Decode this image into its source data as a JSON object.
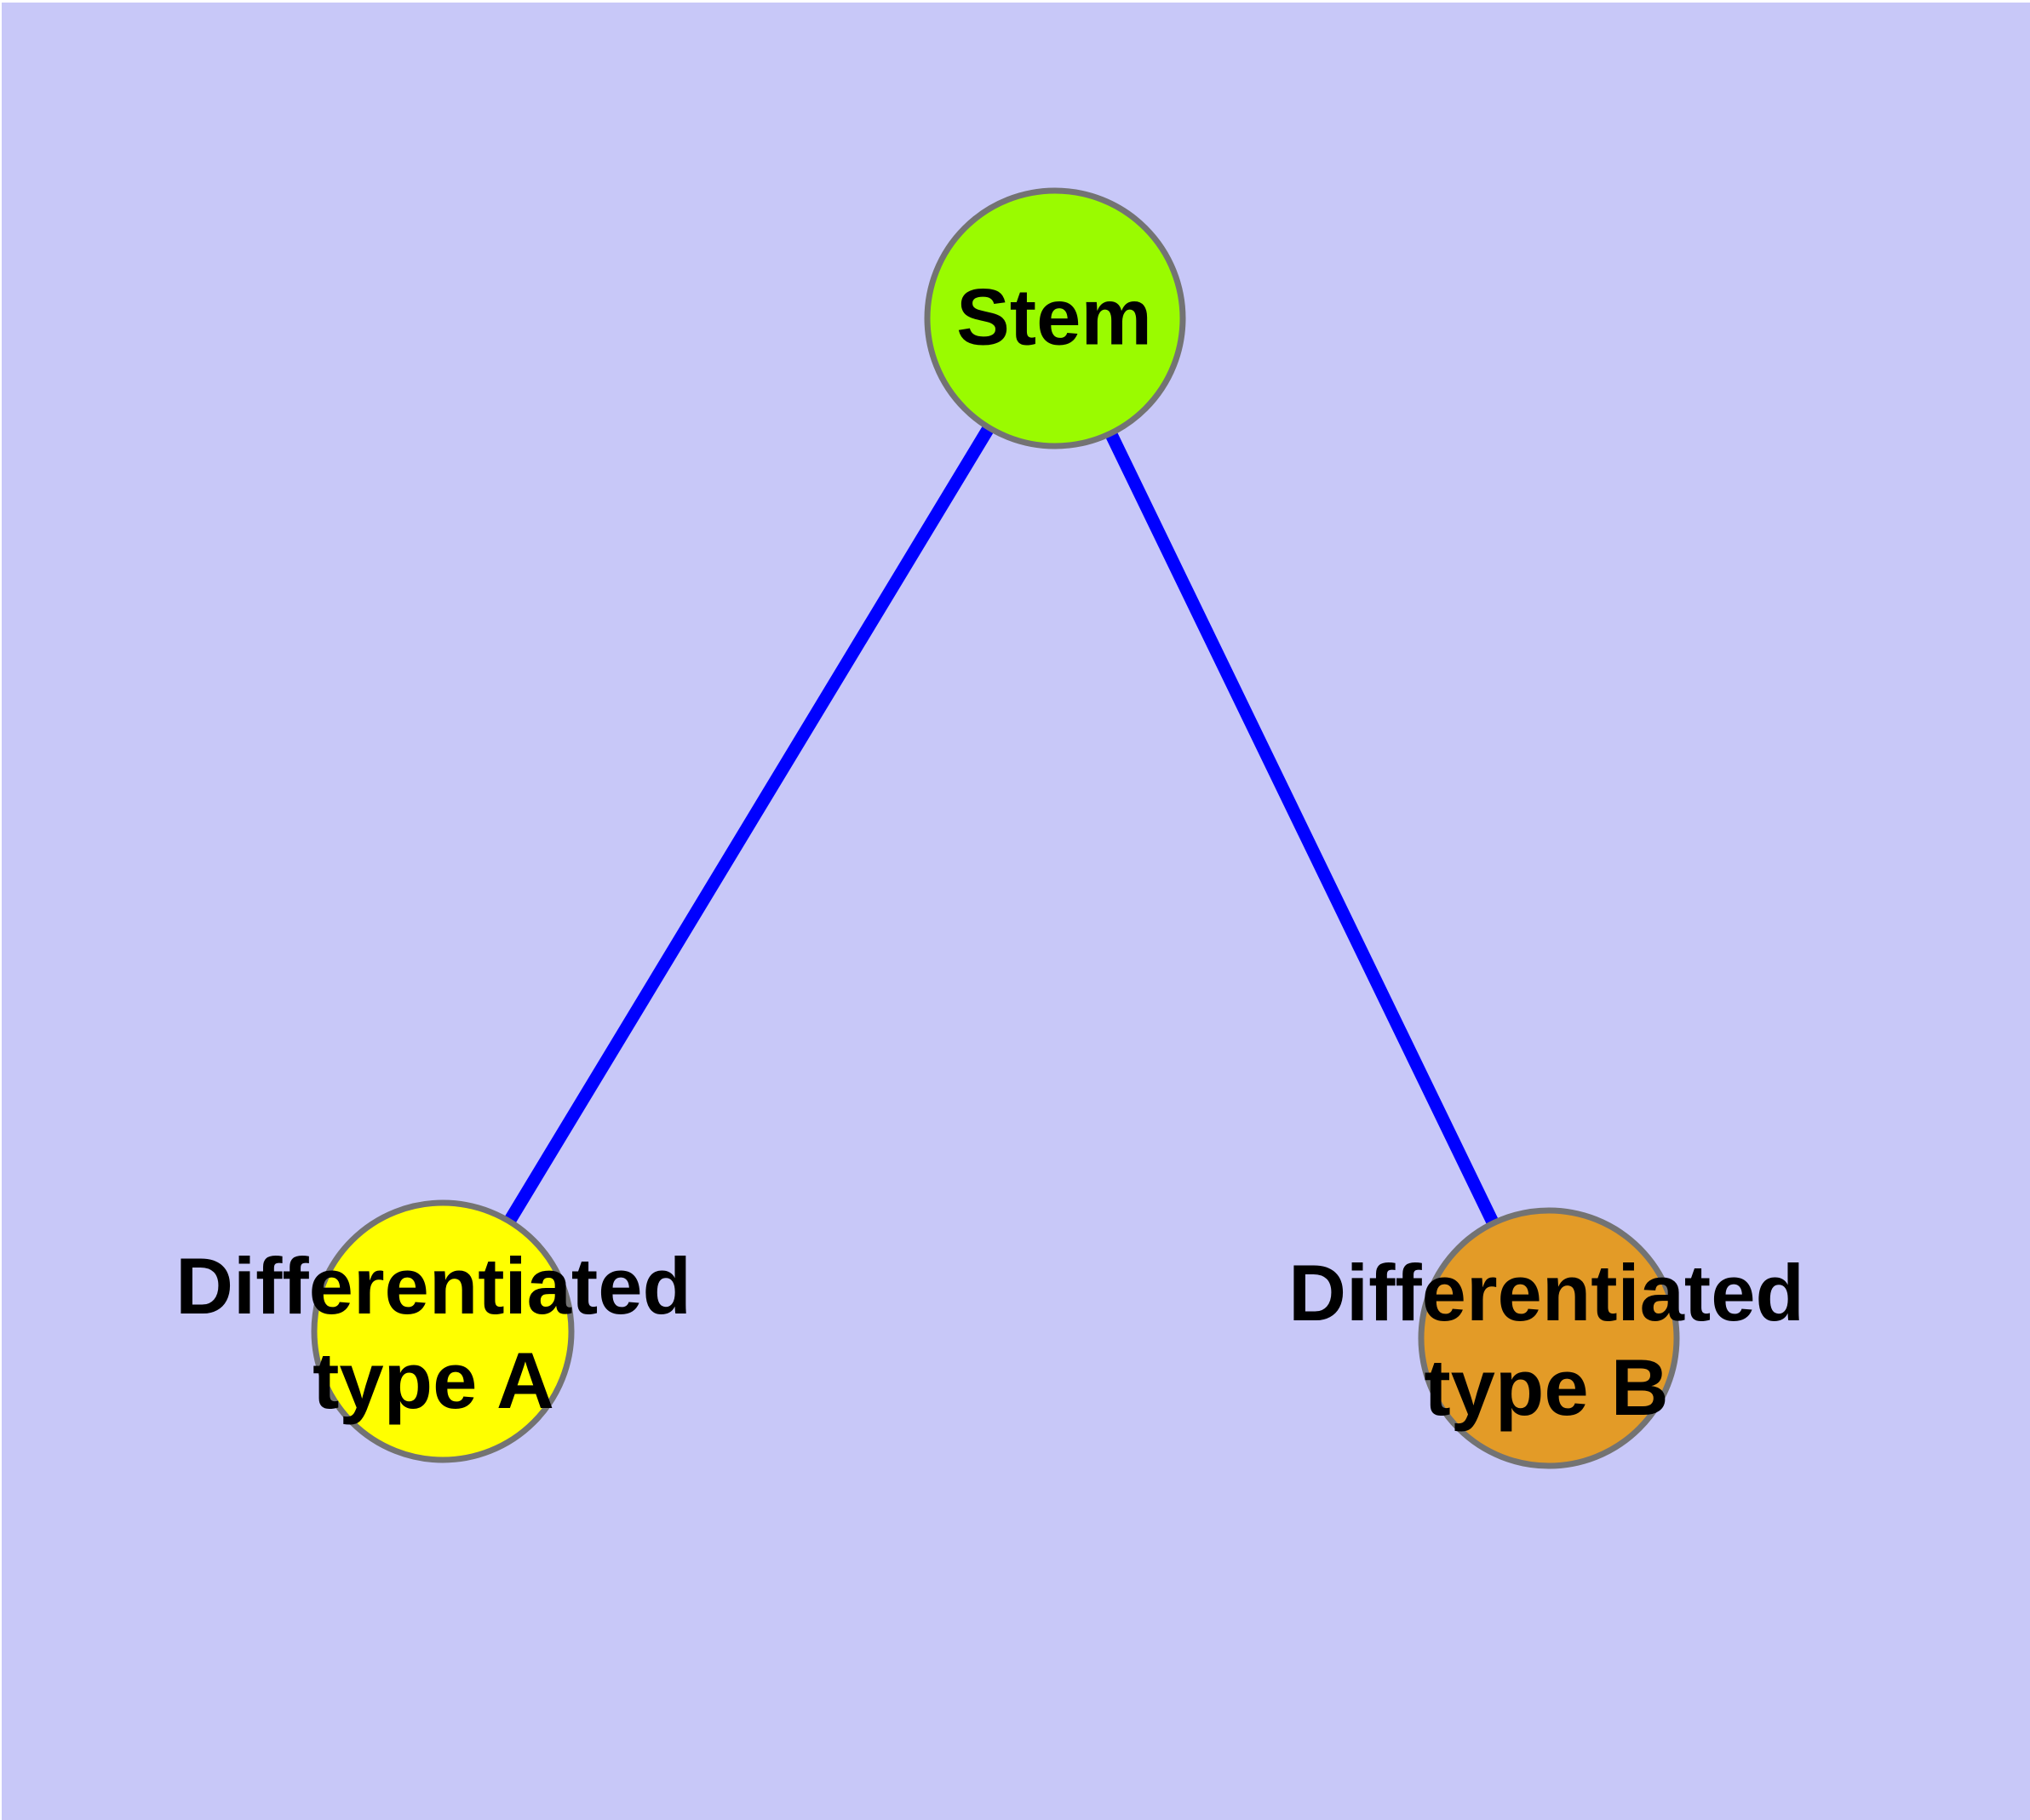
{
  "diagram": {
    "type": "graph",
    "background": "#C8C8F8",
    "node_border_color": "#737373",
    "nodes": [
      {
        "id": "stem",
        "label": "Stem",
        "fill": "#9AFB00"
      },
      {
        "id": "typeA",
        "label": "Differentiated\ntype A",
        "fill": "#FFFF00"
      },
      {
        "id": "typeB",
        "label": "Differentiated\ntype B",
        "fill": "#E39B27"
      }
    ],
    "edges": [
      {
        "from": "stem",
        "to": "typeA",
        "color": "#0000FF"
      },
      {
        "from": "stem",
        "to": "typeB",
        "color": "#0000FF"
      }
    ]
  }
}
